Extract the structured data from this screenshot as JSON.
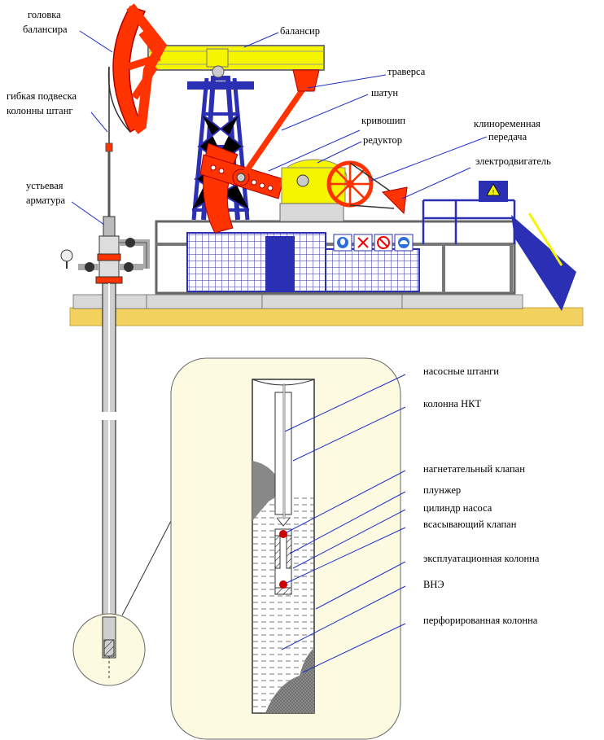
{
  "labels": {
    "head_line1": "головка",
    "head_line2": "балансира",
    "beam": "балансир",
    "hanger_line1": "гибкая подвеска",
    "hanger_line2": "колонны штанг",
    "wellhead_line1": "устьевая",
    "wellhead_line2": "арматура",
    "traverse": "траверса",
    "pitman": "шатун",
    "crank": "кривошип",
    "gearbox": "редуктор",
    "vbelt_line1": "клиноременная",
    "vbelt_line2": "передача",
    "motor": "электродвигатель",
    "rods": "насосные штанги",
    "tubing": "колонна НКТ",
    "discharge_valve": "нагнетательный клапан",
    "plunger": "плунжер",
    "pump_barrel": "цилиндр насоса",
    "suction_valve": "всасывающий клапан",
    "casing": "эксплуатационная колонна",
    "fluid_level": "ВНЭ",
    "perforated": "перфорированная колонна"
  },
  "colors": {
    "beam_yellow": "#f5f500",
    "unit_red": "#ff3300",
    "frame_blue": "#2b2fb3",
    "ground": "#f2d15f",
    "inset_bg": "#fcfbe1",
    "leader": "#2030c8"
  },
  "icons": [
    "face-shield-icon",
    "prohibition-cross-icon",
    "no-entry-icon",
    "helmet-icon",
    "warning-sign-icon"
  ]
}
